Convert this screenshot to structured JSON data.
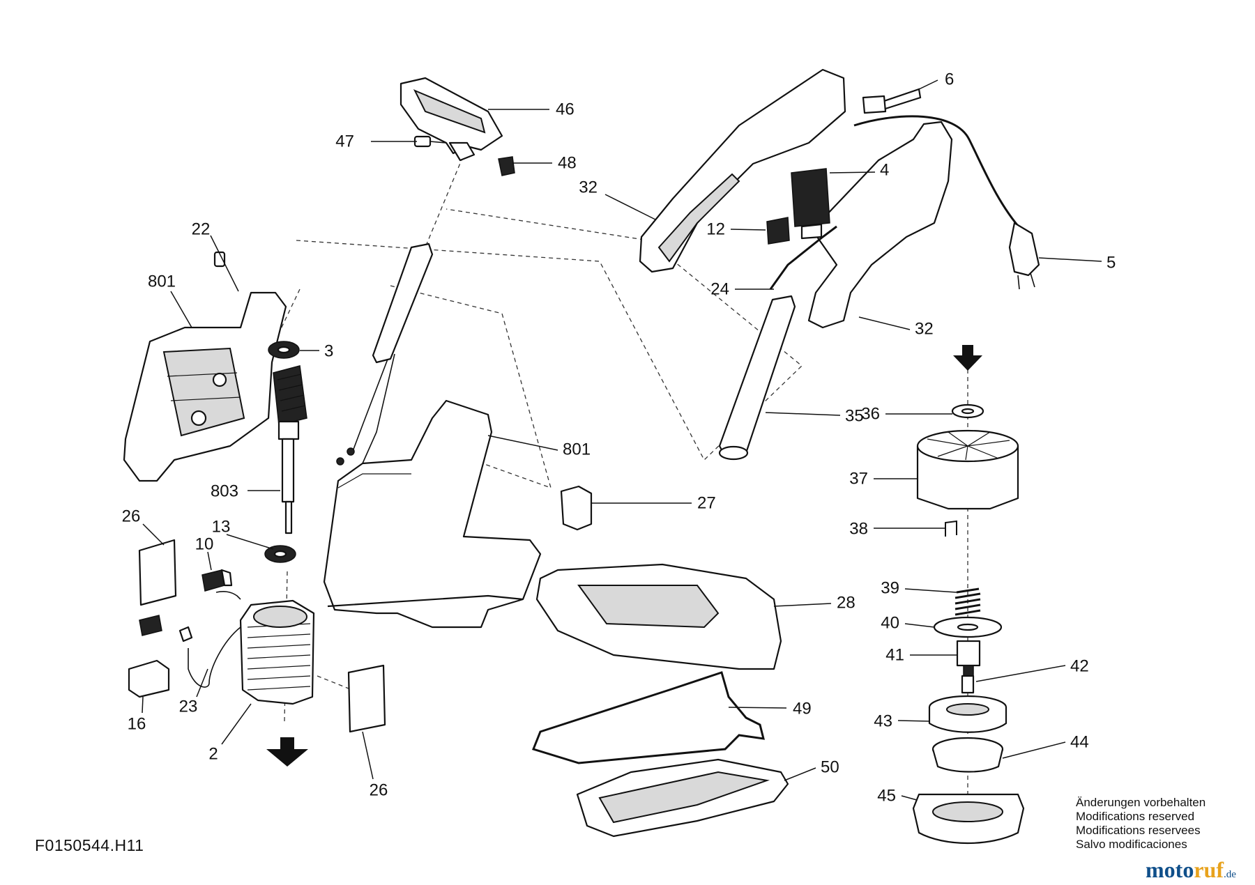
{
  "drawing_number": "F0150544.H11",
  "notes": [
    "Änderungen vorbehalten",
    "Modifications reserved",
    "Modifications reservees",
    "Salvo modificaciones"
  ],
  "brand": {
    "moto": "moto",
    "ruf": "ruf",
    "tld": ".de",
    "color_moto": "#0f4f8a",
    "color_ruf": "#e8a21c"
  },
  "callouts": [
    "46",
    "47",
    "48",
    "22",
    "801",
    "3",
    "803",
    "26",
    "13",
    "10",
    "23",
    "16",
    "2",
    "26",
    "801",
    "27",
    "28",
    "49",
    "50",
    "6",
    "32",
    "4",
    "12",
    "24",
    "32",
    "5",
    "35",
    "36",
    "37",
    "38",
    "39",
    "40",
    "41",
    "42",
    "43",
    "44",
    "45"
  ],
  "colors": {
    "line": "#111111",
    "dash": "#333333",
    "fill": "#ffffff"
  }
}
